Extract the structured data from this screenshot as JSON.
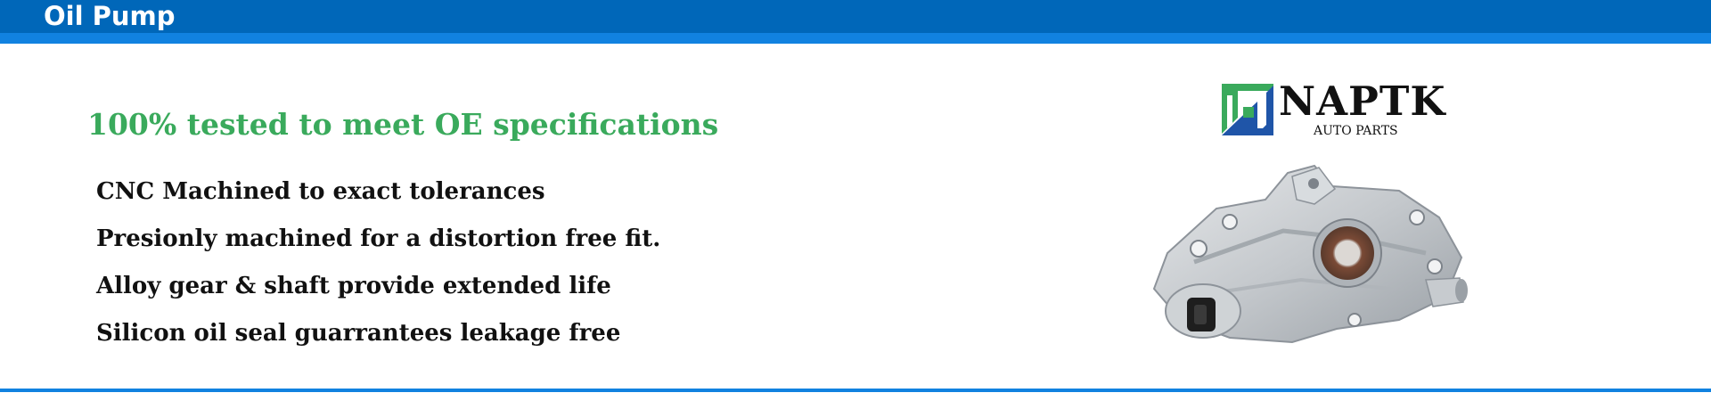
{
  "header": {
    "title": "Oil Pump"
  },
  "main": {
    "headline": "100% tested to meet OE specifications",
    "features": [
      "CNC Machined to exact tolerances",
      "Presionly machined for a distortion free fit.",
      "Alloy gear & shaft provide extended life",
      "Silicon oil seal guarrantees leakage free"
    ]
  },
  "brand": {
    "name": "NAPTK",
    "tagline": "AUTO PARTS",
    "colors": {
      "green": "#3aaa5c",
      "blue": "#1f55a8"
    }
  },
  "colors": {
    "header_dark": "#0067b9",
    "header_light": "#1182e0",
    "headline": "#3aaa5c",
    "body_text": "#111111"
  },
  "product_image": {
    "icon": "oil-pump-photo"
  }
}
